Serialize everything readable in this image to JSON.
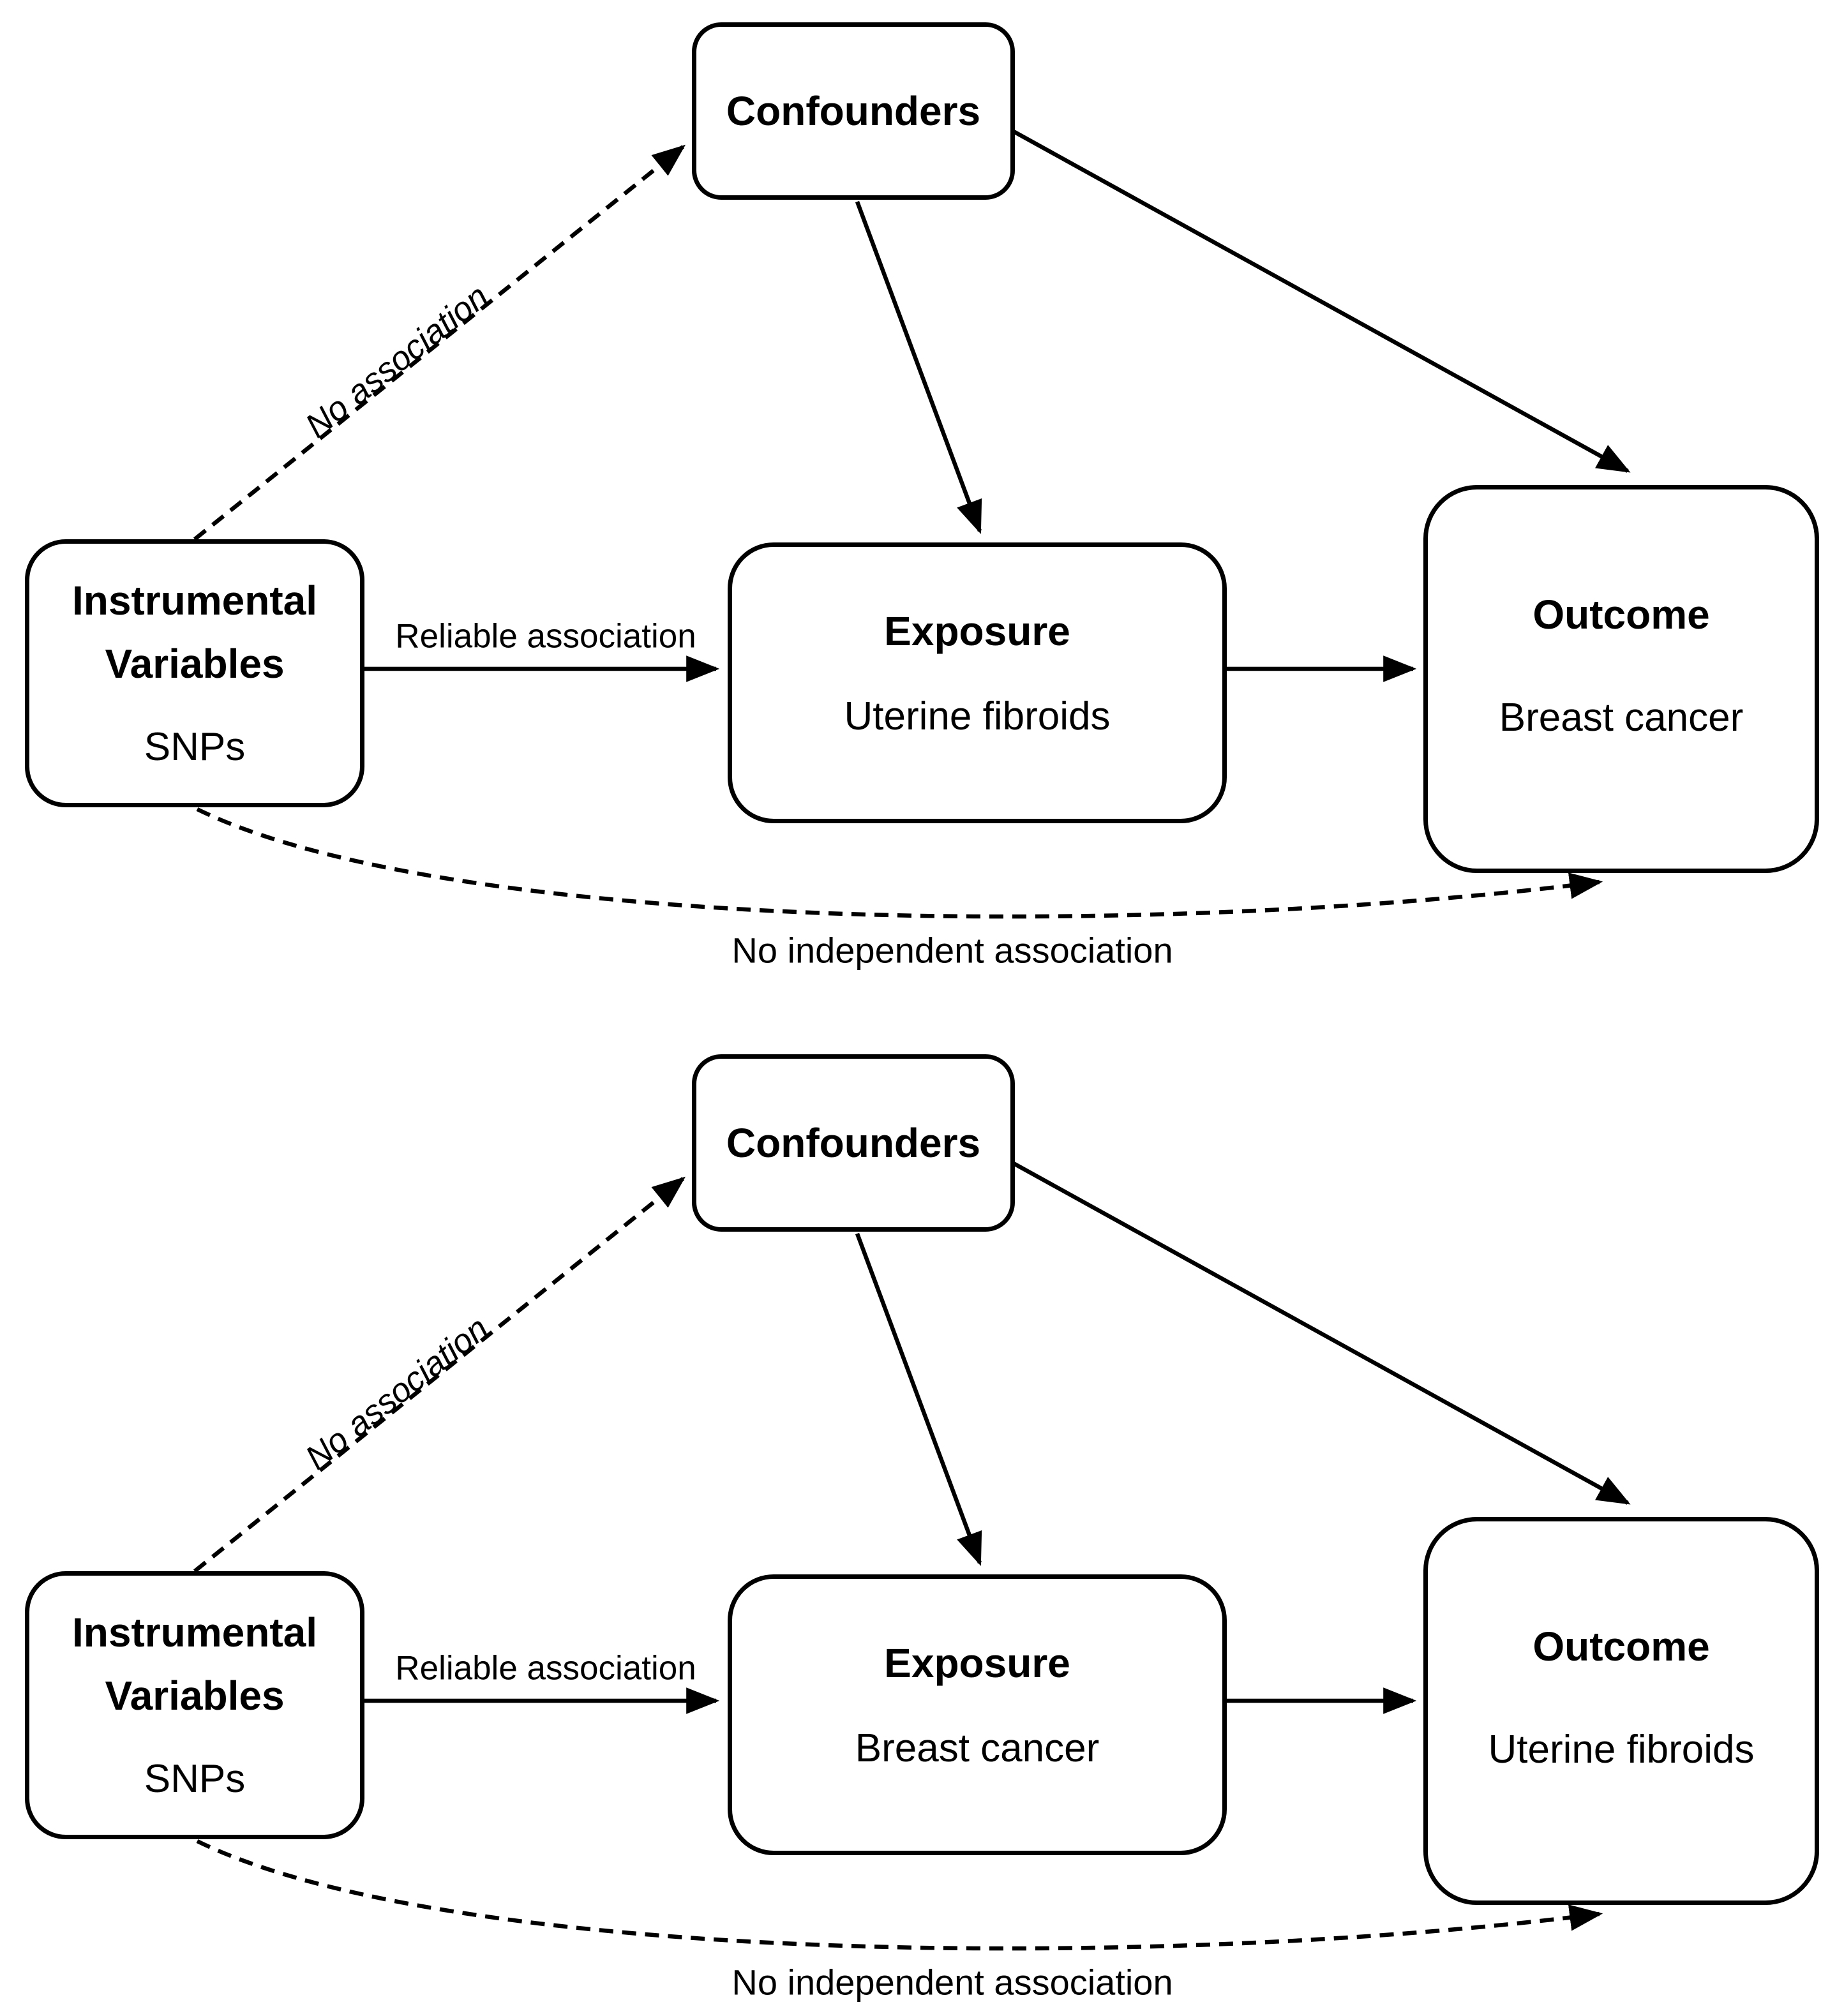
{
  "colors": {
    "ink": "#000000",
    "background": "#ffffff"
  },
  "diagrams": [
    {
      "nodes": {
        "confounders": {
          "label": "Confounders"
        },
        "instrumental_variables": {
          "line1": "Instrumental",
          "line2": "Variables",
          "sublabel": "SNPs"
        },
        "exposure": {
          "title": "Exposure",
          "sublabel": "Uterine fibroids"
        },
        "outcome": {
          "title": "Outcome",
          "sublabel": "Breast cancer"
        }
      },
      "edge_labels": {
        "no_association": "No association",
        "reliable_association": "Reliable association",
        "no_independent_association": "No independent association"
      }
    },
    {
      "nodes": {
        "confounders": {
          "label": "Confounders"
        },
        "instrumental_variables": {
          "line1": "Instrumental",
          "line2": "Variables",
          "sublabel": "SNPs"
        },
        "exposure": {
          "title": "Exposure",
          "sublabel": "Breast cancer"
        },
        "outcome": {
          "title": "Outcome",
          "sublabel": "Uterine fibroids"
        }
      },
      "edge_labels": {
        "no_association": "No association",
        "reliable_association": "Reliable association",
        "no_independent_association": "No independent association"
      }
    }
  ]
}
